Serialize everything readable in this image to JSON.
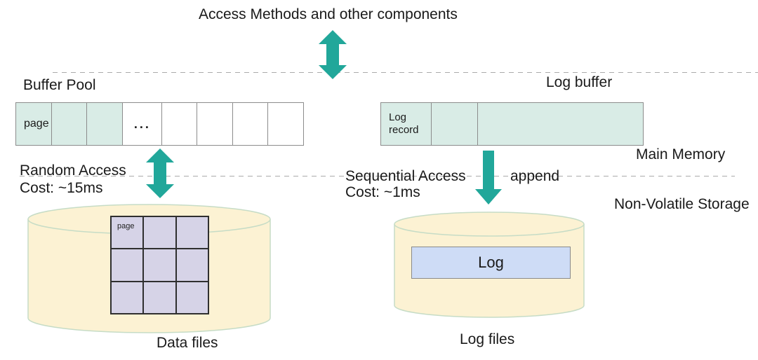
{
  "colors": {
    "arrow": "#21a79a",
    "mint": "#d9ece6",
    "cell_border": "#8c8c8c",
    "cylinder_fill": "#fcf2d3",
    "cylinder_stroke": "#c6dcc6",
    "grid_fill": "#d6d3e7",
    "grid_border": "#2f2f2f",
    "log_box_fill": "#cedcf6",
    "log_box_border": "#8a8a8a",
    "dashed_line": "#aaaaaa",
    "text": "#1a1a1a"
  },
  "title": "Access Methods and other components",
  "main_memory": {
    "region_label": "Main Memory",
    "buffer_pool": {
      "label": "Buffer Pool",
      "cells": [
        {
          "label": "page",
          "filled": true
        },
        {
          "filled": true
        },
        {
          "filled": true
        },
        {
          "label": "...",
          "dots": true
        },
        {},
        {},
        {},
        {}
      ]
    },
    "log_buffer": {
      "label": "Log buffer",
      "cells": [
        {
          "label": "Log record"
        },
        {},
        {}
      ]
    }
  },
  "annotations": {
    "random_access_line1": "Random Access",
    "random_access_line2": "Cost: ~15ms",
    "sequential_access_line1": "Sequential Access",
    "sequential_access_line2": "Cost: ~1ms",
    "append_label": "append"
  },
  "storage": {
    "region_label": "Non-Volatile Storage",
    "data_files": {
      "caption": "Data files",
      "grid_cells": [
        {
          "label": "page"
        },
        {},
        {},
        {},
        {},
        {},
        {},
        {},
        {}
      ]
    },
    "log_files": {
      "caption": "Log files",
      "box_label": "Log"
    }
  }
}
